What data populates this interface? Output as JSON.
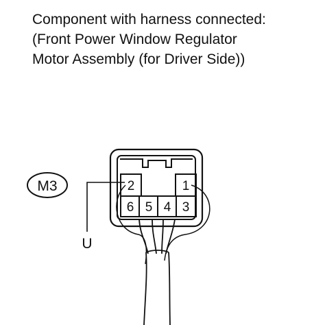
{
  "caption": {
    "line1": "Component with harness connected:",
    "line2": "(Front Power Window Regulator",
    "line3": "Motor Assembly (for Driver Side))"
  },
  "connector": {
    "code": "M3",
    "terminal_label": "U",
    "top_row": [
      "2",
      "1"
    ],
    "bottom_row": [
      "6",
      "5",
      "4",
      "3"
    ]
  }
}
